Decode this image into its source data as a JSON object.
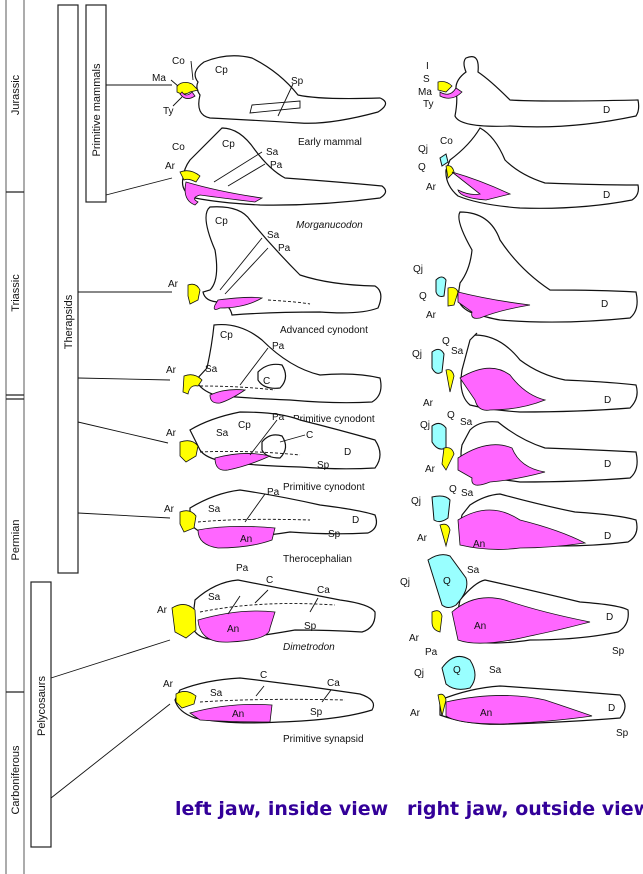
{
  "colors": {
    "articular": "#ffff00",
    "angular_group": "#ff66ff",
    "quadrate": "#99ffff",
    "footer_text": "#330099"
  },
  "periods": [
    {
      "name": "Jurassic"
    },
    {
      "name": "Triassic"
    },
    {
      "name": "Permian"
    },
    {
      "name": "Carboniferous"
    }
  ],
  "groups": [
    {
      "name": "Primitive mammals"
    },
    {
      "name": "Therapsids"
    },
    {
      "name": "Pelycosaurs"
    }
  ],
  "rows": [
    {
      "caption": "Early mammal",
      "caption_italic": false,
      "left_labels": [
        "Co",
        "Ma",
        "Ty",
        "Cp",
        "Sp"
      ],
      "right_labels": [
        "I",
        "S",
        "Ma",
        "Ty",
        "D"
      ]
    },
    {
      "caption": "Morganucodon",
      "caption_italic": true,
      "left_labels": [
        "Co",
        "Ar",
        "Cp",
        "Sa",
        "Pa"
      ],
      "right_labels": [
        "Co",
        "Qj",
        "Q",
        "Ar",
        "D"
      ]
    },
    {
      "caption": "Advanced cynodont",
      "caption_italic": false,
      "left_labels": [
        "Cp",
        "Sa",
        "Pa",
        "Ar"
      ],
      "right_labels": [
        "Qj",
        "Q",
        "Ar",
        "D"
      ]
    },
    {
      "caption": "Primitive cynodont",
      "caption_italic": false,
      "left_labels": [
        "Cp",
        "Pa",
        "Ar",
        "Sa",
        "C"
      ],
      "right_labels": [
        "Qj",
        "Q",
        "Sa",
        "Ar",
        "D"
      ]
    },
    {
      "caption": "Primitive cynodont",
      "caption_italic": false,
      "left_labels": [
        "Cp",
        "Pa",
        "Ar",
        "Sa",
        "C",
        "D",
        "Sp"
      ],
      "right_labels": [
        "Q",
        "Qj",
        "Sa",
        "Ar",
        "D"
      ]
    },
    {
      "caption": "Therocephalian",
      "caption_italic": false,
      "left_labels": [
        "Pa",
        "Ar",
        "Sa",
        "An",
        "D",
        "Sp"
      ],
      "right_labels": [
        "Qj",
        "Q",
        "Sa",
        "Ar",
        "An",
        "D"
      ]
    },
    {
      "caption": "Dimetrodon",
      "caption_italic": true,
      "left_labels": [
        "Pa",
        "C",
        "Sa",
        "Ca",
        "Ar",
        "An",
        "Sp"
      ],
      "right_labels": [
        "Qj",
        "Q",
        "Sa",
        "Ar",
        "Pa",
        "An",
        "D",
        "Sp"
      ]
    },
    {
      "caption": "Primitive synapsid",
      "caption_italic": false,
      "left_labels": [
        "Ar",
        "C",
        "Sa",
        "Ca",
        "An",
        "Sp"
      ],
      "right_labels": [
        "Qj",
        "Q",
        "Sa",
        "Ar",
        "An",
        "D",
        "Sp"
      ]
    }
  ],
  "footer": {
    "left": "left jaw, inside view",
    "right": "right jaw, outside view"
  }
}
